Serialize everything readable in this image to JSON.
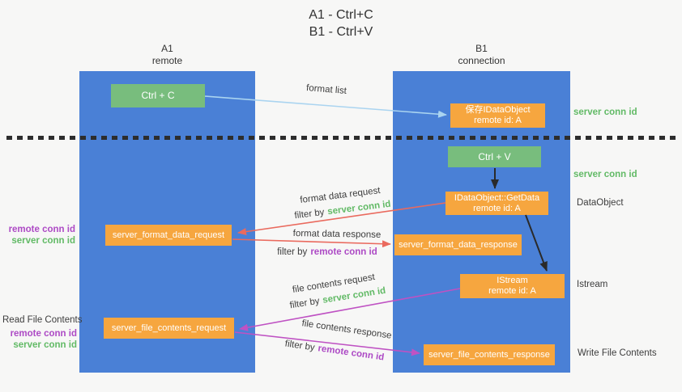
{
  "title": {
    "line1": "A1 - Ctrl+C",
    "line2": "B1 - Ctrl+V"
  },
  "left_column": {
    "header_top": "A1",
    "header_bottom": "remote"
  },
  "right_column": {
    "header_top": "B1",
    "header_bottom": "connection"
  },
  "boxes": {
    "ctrl_c": {
      "label": "Ctrl + C"
    },
    "save_dataobject": {
      "line1": "保存IDataObject",
      "line2": "remote id: A"
    },
    "ctrl_v": {
      "label": "Ctrl + V"
    },
    "getdata": {
      "line1": "IDataObject::GetData",
      "line2": "remote id: A"
    },
    "istream": {
      "line1": "IStream",
      "line2": "remote id: A"
    },
    "server_format_data_request": {
      "label": "server_format_data_request"
    },
    "server_format_data_response": {
      "label": "server_format_data_response"
    },
    "server_file_contents_request": {
      "label": "server_file_contents_request"
    },
    "server_file_contents_response": {
      "label": "server_file_contents_response"
    }
  },
  "labels": {
    "format_list": "format list",
    "format_data_request": "format data request",
    "format_data_response": "format data response",
    "file_contents_request": "file contents request",
    "file_contents_response": "file contents response",
    "filter_by": "filter by",
    "server_conn_id": "server conn id",
    "remote_conn_id": "remote conn id",
    "read_file_contents": "Read File Contents",
    "write_file_contents": "Write File Contents",
    "dataobject": "DataObject",
    "istream_side": "Istream"
  },
  "colors": {
    "column_blue": "#4a80d6",
    "box_green": "#78bd7d",
    "box_orange": "#f6a63f",
    "text_green": "#62ba66",
    "text_purple": "#ad4ac5",
    "arrow_red": "#ea6a5e",
    "arrow_magenta": "#bf52c3",
    "arrow_light_blue": "#aad4f0",
    "arrow_black": "#2a2a2a",
    "divider_black": "#2d2d2d",
    "background": "#f7f7f6"
  }
}
